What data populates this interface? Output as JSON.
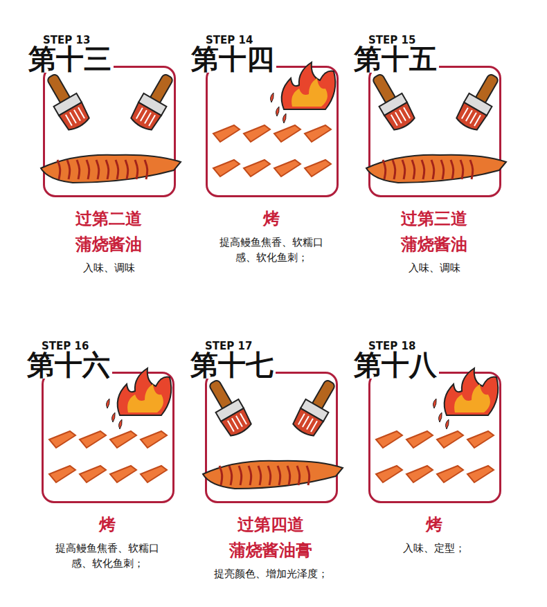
{
  "diagram": {
    "nodes": [
      {
        "text": [
          "STEP 13",
          "第十三",
          "过第二道 蒲烧酱油",
          "入味、调味"
        ]
      },
      {
        "text": [
          "STEP 14",
          "第十四",
          "烤",
          "提高鳗鱼焦香、软糯口 感、软化鱼刺；"
        ]
      },
      {
        "text": [
          "STEP 15",
          "第十五",
          "过第三道 蒲烧酱油",
          "入味、调味"
        ]
      },
      {
        "text": [
          "STEP 16",
          "第十六",
          "烤",
          "提高鳗鱼焦香、软糯口 感、软化鱼刺；"
        ]
      },
      {
        "text": [
          "STEP 17",
          "第十七",
          "过第四道 蒲烧酱油膏",
          "提亮颜色、增加光泽度；"
        ]
      },
      {
        "text": [
          "STEP 18",
          "第十八",
          "烤",
          "入味、定型；"
        ]
      }
    ]
  }
}
